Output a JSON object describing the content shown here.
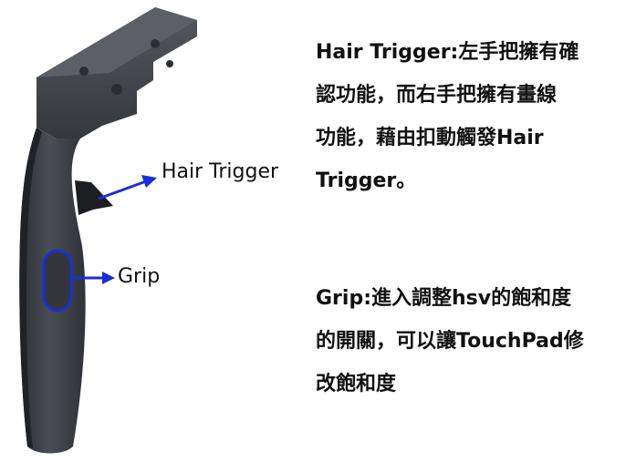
{
  "callouts": {
    "hair_trigger": "Hair Trigger",
    "grip": "Grip"
  },
  "descriptions": {
    "hair_trigger": [
      "Hair Trigger:左手把擁有確",
      "認功能，而右手把擁有畫線",
      "功能，藉由扣動觸發Hair",
      "Trigger。"
    ],
    "grip": [
      "Grip:進入調整hsv的飽和度",
      "的開關，可以讓TouchPad修",
      "改飽和度"
    ]
  },
  "colors": {
    "arrow": "#1a2fd6",
    "controller_body": "#3e4248",
    "controller_dark": "#2a2d31"
  }
}
